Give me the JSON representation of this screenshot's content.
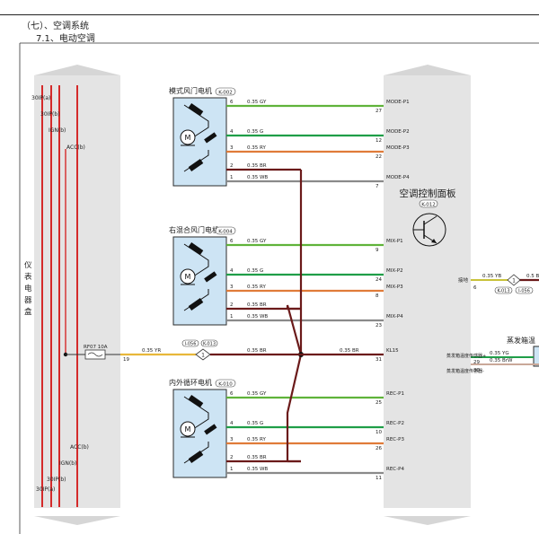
{
  "header": {
    "section": "（七）、空调系统",
    "subsection": "7.1、电动空调"
  },
  "left_box": {
    "title_chars": [
      "仪",
      "表",
      "电",
      "器",
      "盒"
    ],
    "top_labels": [
      "30IP(a)",
      "30IP(b)",
      "IGN(b)",
      "ACC(b)"
    ],
    "bottom_labels": [
      "ACC(b)",
      "IGN(b)",
      "30IP(b)",
      "30IP(a)"
    ],
    "fuse": "RF07 10A",
    "fuse_pin": "19"
  },
  "panel": {
    "title": "空调控制面板",
    "connector": "K-012"
  },
  "motors": [
    {
      "name": "模式风门电机",
      "connector": "K-002",
      "wires": [
        {
          "pin": "6",
          "wire": "0.35 GY",
          "label": "MODE-P1",
          "ppin": "27",
          "color": "#5fb33a"
        },
        {
          "pin": "4",
          "wire": "0.35 G",
          "label": "MODE-P2",
          "ppin": "12",
          "color": "#1f9e48"
        },
        {
          "pin": "3",
          "wire": "0.35 RY",
          "label": "MODE-P3",
          "ppin": "22",
          "color": "#e07b39"
        },
        {
          "pin": "2",
          "wire": "0.35 BR",
          "label": "",
          "ppin": "",
          "color": "#6b1a1a"
        },
        {
          "pin": "1",
          "wire": "0.35 WB",
          "label": "MODE-P4",
          "ppin": "7",
          "color": "#8a8a8a"
        }
      ]
    },
    {
      "name": "右混合风门电机",
      "connector": "K-004",
      "wires": [
        {
          "pin": "6",
          "wire": "0.35 GY",
          "label": "MIX-P1",
          "ppin": "9",
          "color": "#5fb33a"
        },
        {
          "pin": "4",
          "wire": "0.35 G",
          "label": "MIX-P2",
          "ppin": "24",
          "color": "#1f9e48"
        },
        {
          "pin": "3",
          "wire": "0.35 RY",
          "label": "MIX-P3",
          "ppin": "8",
          "color": "#e07b39"
        },
        {
          "pin": "2",
          "wire": "0.35 BR",
          "label": "",
          "ppin": "",
          "color": "#6b1a1a"
        },
        {
          "pin": "1",
          "wire": "0.35 WB",
          "label": "MIX-P4",
          "ppin": "23",
          "color": "#8a8a8a"
        }
      ]
    },
    {
      "name": "内外循环电机",
      "connector": "K-010",
      "wires": [
        {
          "pin": "6",
          "wire": "0.35 GY",
          "label": "REC-P1",
          "ppin": "25",
          "color": "#5fb33a"
        },
        {
          "pin": "4",
          "wire": "0.35 G",
          "label": "REC-P2",
          "ppin": "10",
          "color": "#1f9e48"
        },
        {
          "pin": "3",
          "wire": "0.35 RY",
          "label": "REC-P3",
          "ppin": "26",
          "color": "#e07b39"
        },
        {
          "pin": "2",
          "wire": "0.35 BR",
          "label": "",
          "ppin": "",
          "color": "#6b1a1a"
        },
        {
          "pin": "1",
          "wire": "0.35 WB",
          "label": "REC-P4",
          "ppin": "11",
          "color": "#8a8a8a"
        }
      ]
    }
  ],
  "kl15": {
    "wire_left": "0.35 YR",
    "c1": "I-056",
    "c2": "K-013",
    "wire_mid": "0.35 BR",
    "wire_right": "0.35 BR",
    "label": "KL15",
    "pin": "31"
  },
  "ground": {
    "label": "接地",
    "pin": "6",
    "wire": "0.35 YB",
    "wire2": "0.5 B",
    "c1": "K-013",
    "c2": "I-056"
  },
  "evap": {
    "title": "蒸发箱温",
    "sensor1": "蒸发箱温度传感器+",
    "pin1": "29",
    "wire1": "0.35 YG",
    "sensor2": "蒸发箱温度传感器-",
    "pin2": "30",
    "wire2": "0.35 BrW"
  }
}
